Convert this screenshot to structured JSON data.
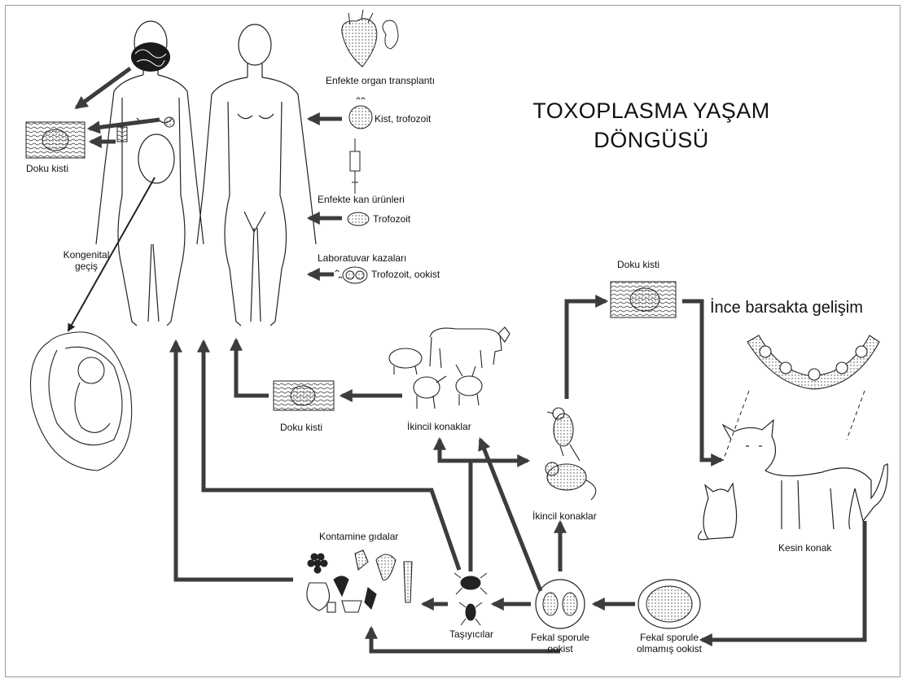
{
  "title": {
    "line1": "TOXOPLASMA YAŞAM",
    "line2": "DÖNGÜSÜ"
  },
  "labels": {
    "doku_kisti_left": "Doku kisti",
    "organ": "Enfekte organ transplantı",
    "kist_trofozoit": "Kist, trofozoit",
    "kan": "Enfekte kan ürünleri",
    "trofozoit": "Trofozoit",
    "lab": "Laboratuvar kazaları",
    "trofozoit_ookist": "Trofozoit, ookist",
    "kongenital1": "Kongenital",
    "kongenital2": "geçiş",
    "doku_kisti_mid": "Doku kisti",
    "ikincil1": "İkincil konaklar",
    "doku_kisti_top": "Doku kisti",
    "ince": "İnce barsakta gelişim",
    "ikincil2": "İkincil konaklar",
    "kesin": "Kesin konak",
    "kontamine": "Kontamine gıdalar",
    "tasiyicilar": "Taşıyıcılar",
    "fekal_sp1": "Fekal sporule",
    "fekal_sp2": "ookist",
    "fekal_ol1": "Fekal sporule",
    "fekal_ol2": "olmamış ookist"
  },
  "colors": {
    "arrow": "#3c3c3c",
    "line": "#222222",
    "frame": "#9a9a9a"
  }
}
